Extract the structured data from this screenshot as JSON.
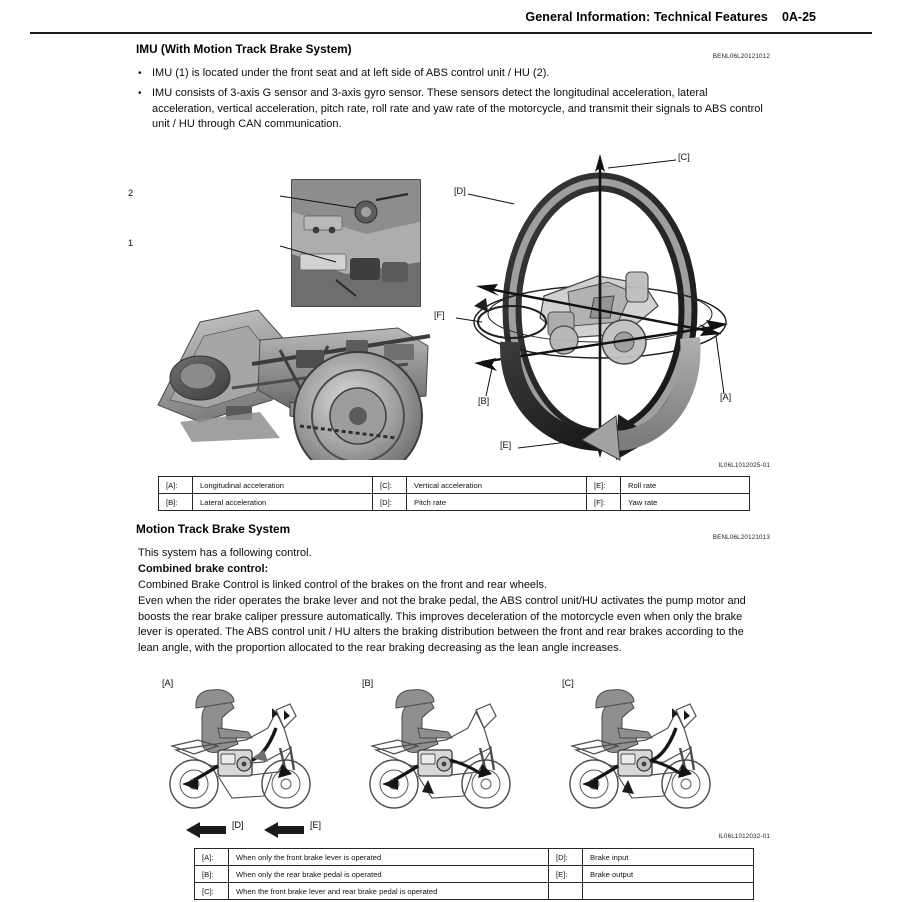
{
  "header": {
    "title": "General Information: Technical Features",
    "page_number": "0A-25"
  },
  "sections": [
    {
      "heading": "IMU (With Motion Track Brake System)",
      "ref_code": "BENL06L20121012",
      "bullets": [
        "IMU (1) is located under the front seat and at left side of ABS control unit / HU (2).",
        "IMU consists of 3-axis G sensor and 3-axis gyro sensor. These sensors detect the longitudinal acceleration, lateral acceleration, vertical acceleration, pitch rate, roll rate and yaw rate of the motorcycle, and transmit their signals to ABS control unit / HU through CAN communication."
      ],
      "figure_ref": "IL06L1012025-01",
      "photo_callouts": [
        "2",
        "1"
      ],
      "axis_labels": [
        "[A]",
        "[B]",
        "[C]",
        "[D]",
        "[E]",
        "[F]"
      ],
      "legend": [
        [
          {
            "key": "[A]:",
            "value": "Longitudinal acceleration"
          },
          {
            "key": "[C]:",
            "value": "Vertical acceleration"
          },
          {
            "key": "[E]:",
            "value": "Roll rate"
          }
        ],
        [
          {
            "key": "[B]:",
            "value": "Lateral acceleration"
          },
          {
            "key": "[D]:",
            "value": "Pitch rate"
          },
          {
            "key": "[F]:",
            "value": "Yaw rate"
          }
        ]
      ]
    },
    {
      "heading": "Motion Track Brake System",
      "ref_code": "BENL06L20121013",
      "intro": "This system has a following control.",
      "subheading": "Combined brake control:",
      "paragraphs": [
        "Combined Brake Control is linked control of the brakes on the front and rear wheels.",
        "Even when the rider operates the brake lever and not the brake pedal, the ABS control unit/HU activates the pump motor and boosts the rear brake caliper pressure automatically. This improves deceleration of the motorcycle even when only the brake lever is operated. The ABS control unit / HU alters the braking distribution between the front and rear brakes according to the lean angle, with the proportion allocated to the rear braking decreasing as the lean angle increases."
      ],
      "figure_ref": "IL06L1012032-01",
      "rider_labels": [
        "[A]",
        "[B]",
        "[C]"
      ],
      "arrow_labels": [
        "[D]",
        "[E]"
      ],
      "legend_left": [
        {
          "key": "[A]:",
          "value": "When only the front brake lever is operated"
        },
        {
          "key": "[B]:",
          "value": "When only the rear brake pedal is operated"
        },
        {
          "key": "[C]:",
          "value": "When the front brake lever and rear brake pedal is operated"
        }
      ],
      "legend_right": [
        {
          "key": "[D]:",
          "value": "Brake input"
        },
        {
          "key": "[E]:",
          "value": "Brake output"
        },
        {
          "key": "",
          "value": ""
        }
      ]
    }
  ]
}
